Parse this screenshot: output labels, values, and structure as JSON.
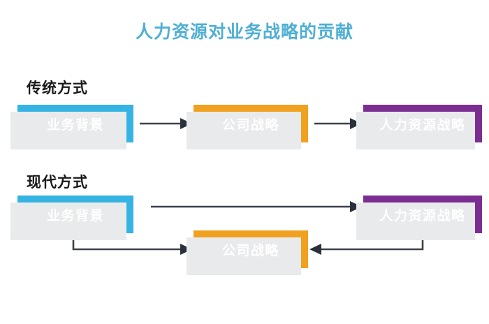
{
  "title": "人力资源对业务战略的贡献",
  "colors": {
    "title": "#4FAFD3",
    "blue": "#35B3E3",
    "orange": "#EFA11F",
    "purple": "#7B2D92",
    "arrow": "#3A414B",
    "shadow": "#E9EAEC",
    "background": "#FFFFFF",
    "label_text": "#1A1A1A",
    "node_text": "#FFFFFF"
  },
  "sections": [
    {
      "id": "traditional",
      "label": "传统方式",
      "nodes": [
        {
          "id": "business-context",
          "label": "业务背景",
          "color": "blue"
        },
        {
          "id": "company-strategy",
          "label": "公司战略",
          "color": "orange"
        },
        {
          "id": "hr-strategy",
          "label": "人力资源战略",
          "color": "purple"
        }
      ],
      "flow": [
        {
          "from": "business-context",
          "to": "company-strategy",
          "style": "straight"
        },
        {
          "from": "company-strategy",
          "to": "hr-strategy",
          "style": "straight"
        }
      ]
    },
    {
      "id": "modern",
      "label": "现代方式",
      "nodes": [
        {
          "id": "business-context",
          "label": "业务背景",
          "color": "blue"
        },
        {
          "id": "hr-strategy",
          "label": "人力资源战略",
          "color": "purple"
        },
        {
          "id": "company-strategy",
          "label": "公司战略",
          "color": "orange"
        }
      ],
      "flow": [
        {
          "from": "business-context",
          "to": "hr-strategy",
          "style": "straight-long"
        },
        {
          "from": "business-context",
          "to": "company-strategy",
          "style": "elbow-down-right"
        },
        {
          "from": "hr-strategy",
          "to": "company-strategy",
          "style": "elbow-down-left"
        }
      ]
    }
  ]
}
